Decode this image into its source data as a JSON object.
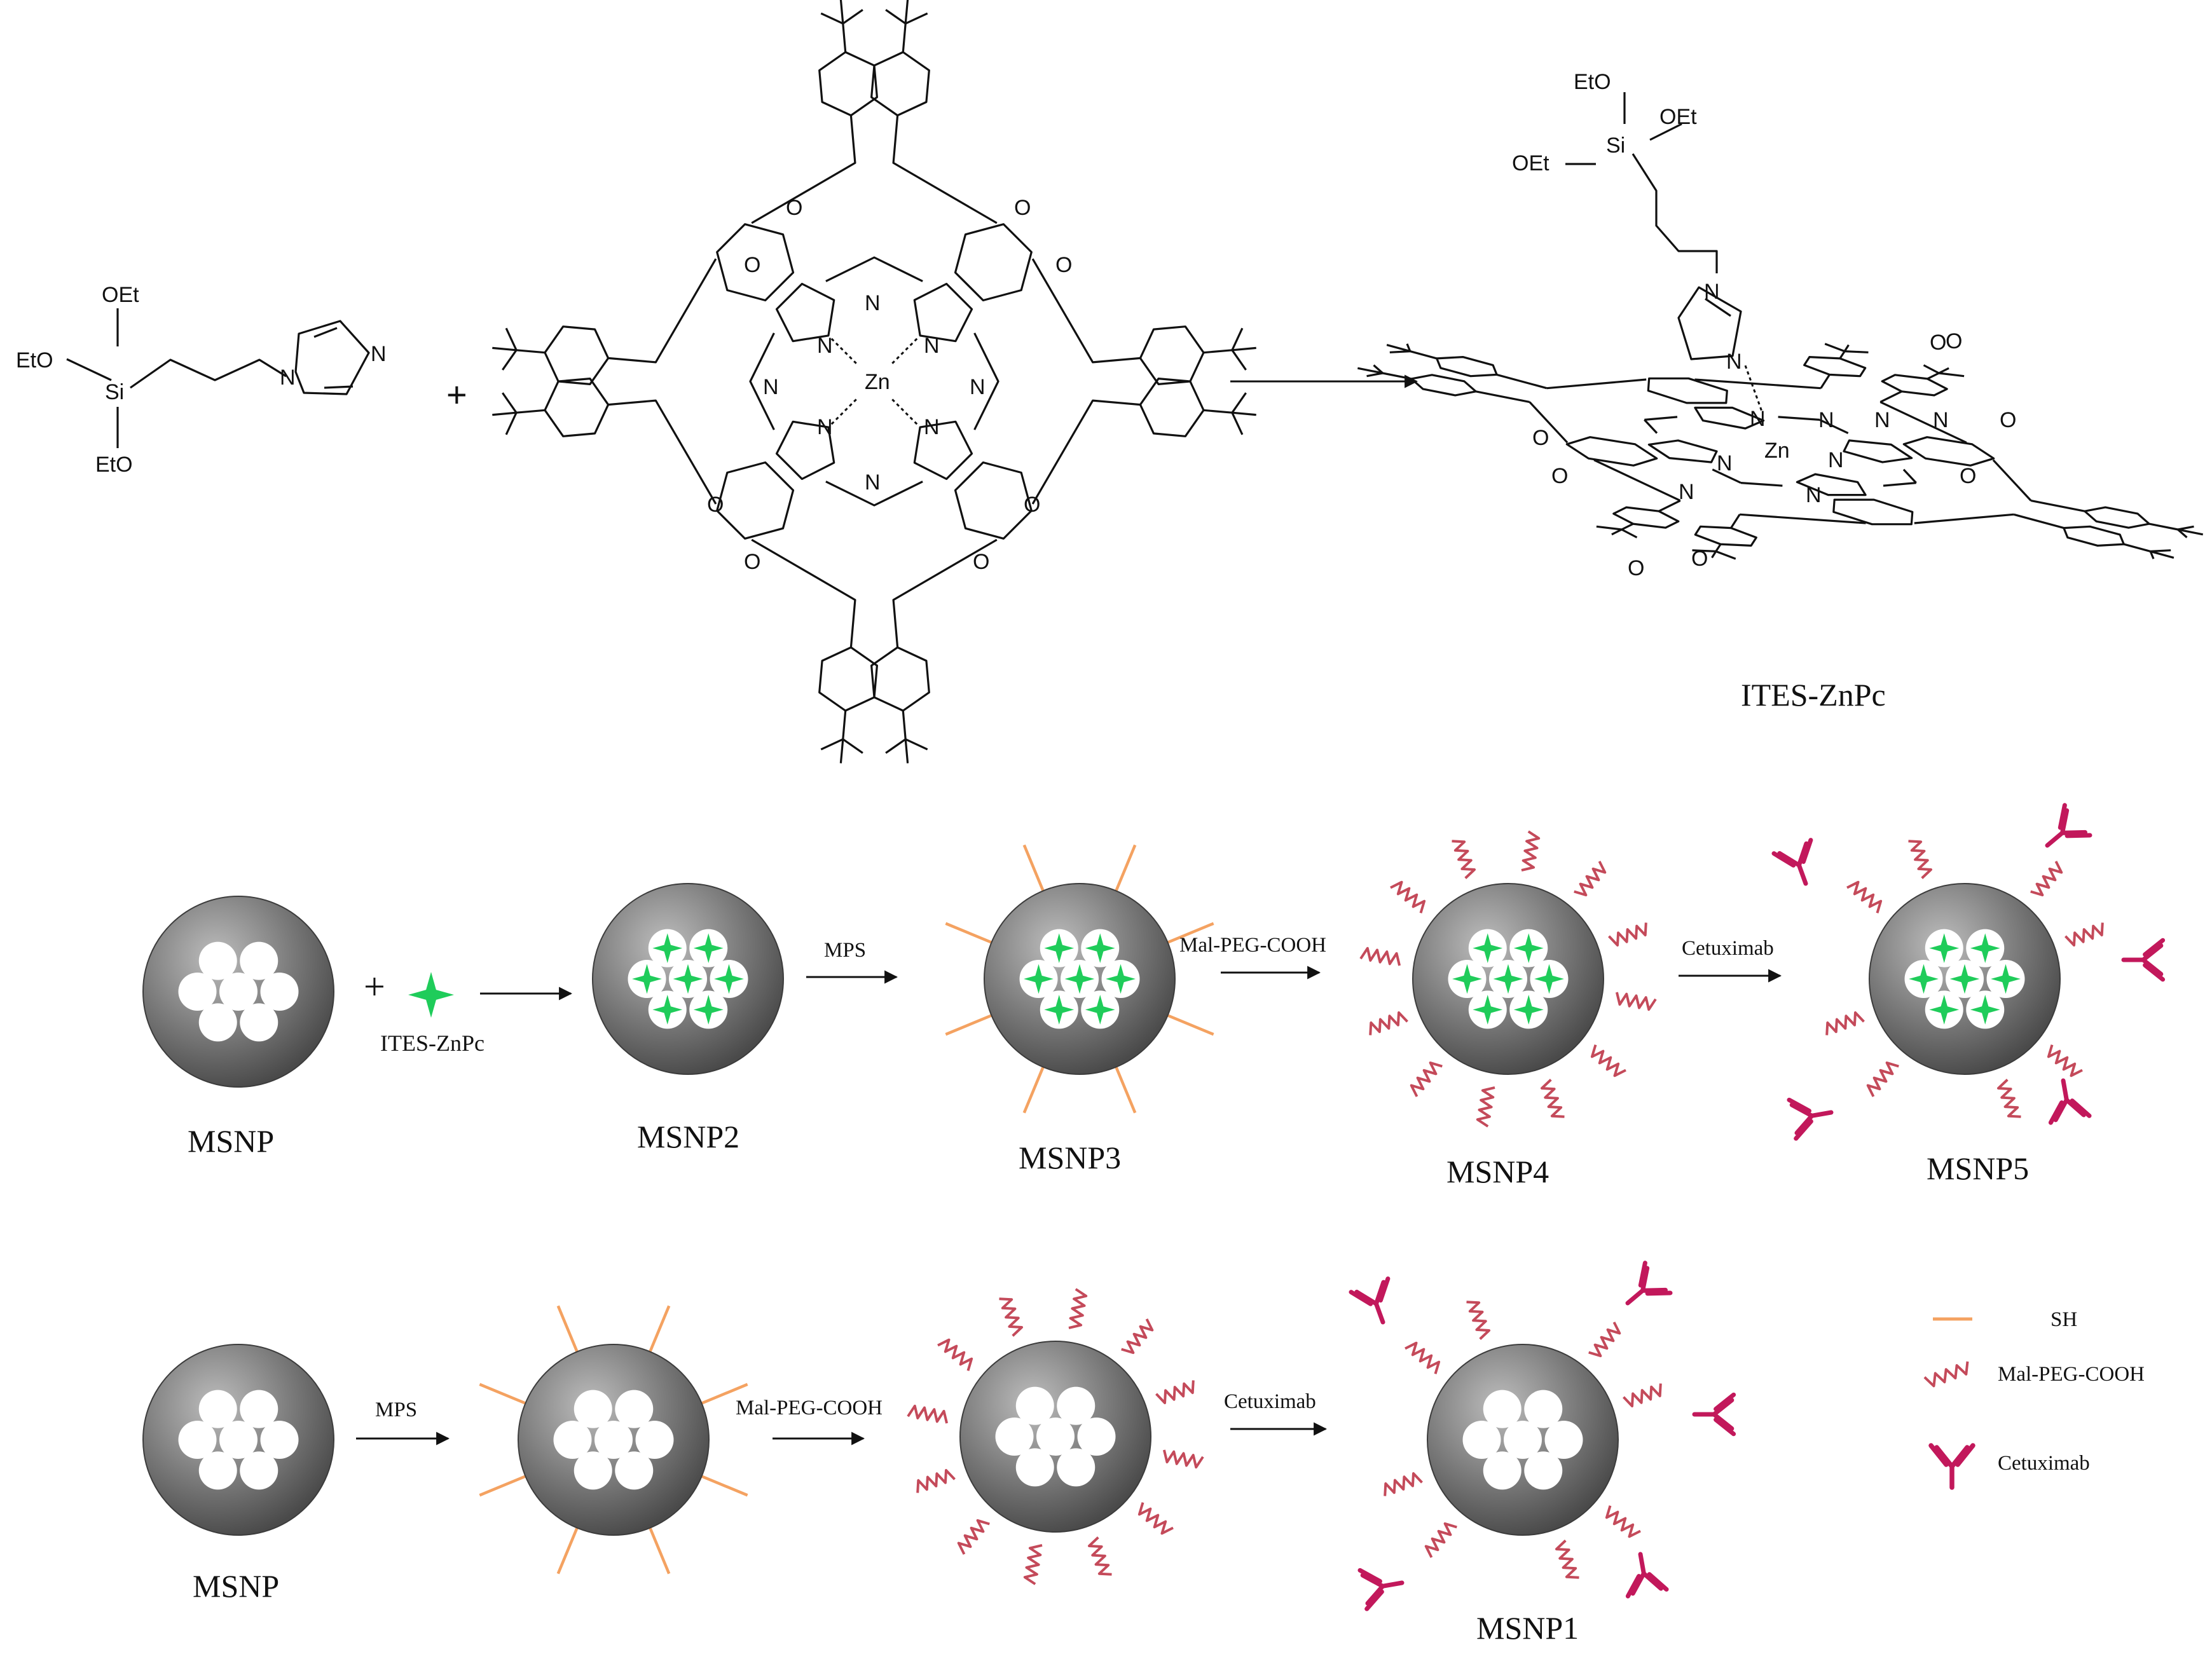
{
  "colors": {
    "sphere_dark": "#5a5a5a",
    "sphere_light": "#bdbdbd",
    "pore": "#ffffff",
    "dye": "#1fcc5a",
    "thiol": "#f4a261",
    "peg": "#c44a5a",
    "antibody": "#c2185b"
  },
  "chemistry": {
    "reagent_labels": {
      "oet": "OEt",
      "eto_left": "EtO",
      "si": "Si",
      "eto_bottom": "EtO",
      "n_ring": "N",
      "n_imine": "N"
    },
    "plus": "+",
    "pc_atoms": {
      "zn": "Zn",
      "n": "N",
      "o": "O"
    },
    "product_labels": {
      "eto": "EtO",
      "oet_right": "OEt",
      "oet_left": "OEt",
      "si": "Si"
    },
    "product_name": "ITES-ZnPc"
  },
  "row1": {
    "particles": [
      "MSNP",
      "MSNP2",
      "MSNP3",
      "MSNP4",
      "MSNP5"
    ],
    "plus": "+",
    "dye_label": "ITES-ZnPc",
    "steps": [
      "MPS",
      "Mal-PEG-COOH",
      "Cetuximab"
    ]
  },
  "row2": {
    "particles": [
      "MSNP",
      "MSNP1"
    ],
    "steps": [
      "MPS",
      "Mal-PEG-COOH",
      "Cetuximab"
    ]
  },
  "legend": [
    {
      "icon": "thiol-line-icon",
      "label": "SH"
    },
    {
      "icon": "peg-chain-icon",
      "label": "Mal-PEG-COOH"
    },
    {
      "icon": "antibody-icon",
      "label": "Cetuximab"
    }
  ]
}
